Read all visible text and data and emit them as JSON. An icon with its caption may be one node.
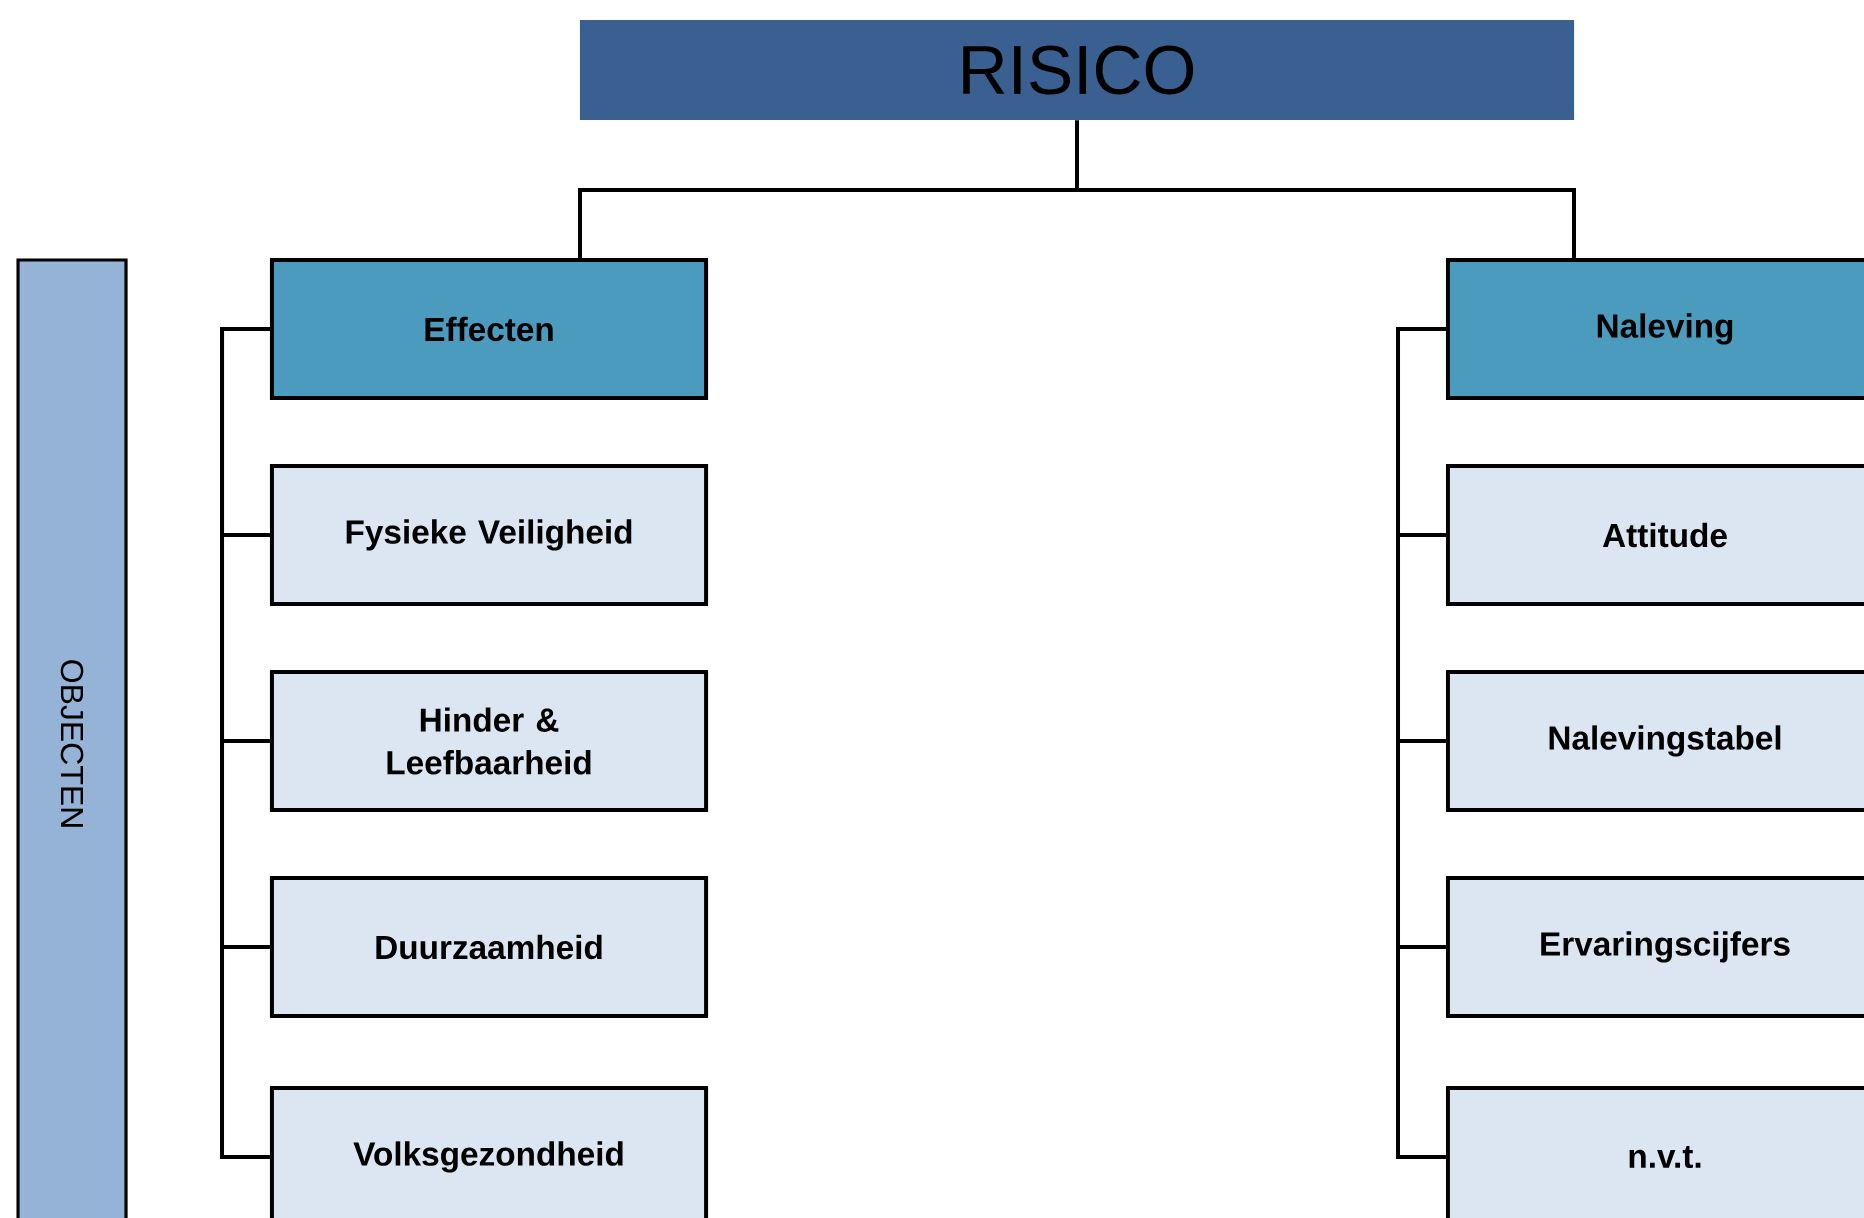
{
  "diagram": {
    "nodes": [
      {
        "text": [
          "RISICO"
        ]
      },
      {
        "text": [
          "OBJECTEN"
        ]
      },
      {
        "text": [
          "Effecten"
        ]
      },
      {
        "text": [
          "Fysieke Veiligheid"
        ]
      },
      {
        "text": [
          "Hinder & Leefbaarheid"
        ]
      },
      {
        "text": [
          "Duurzaamheid"
        ]
      },
      {
        "text": [
          "Volksgezondheid"
        ]
      },
      {
        "text": [
          "Naleving"
        ]
      },
      {
        "text": [
          "Attitude"
        ]
      },
      {
        "text": [
          "Nalevingstabel"
        ]
      },
      {
        "text": [
          "Ervaringscijfers"
        ]
      },
      {
        "text": [
          "n.v.t."
        ]
      }
    ],
    "edges": [
      {
        "from": 0,
        "to": 2,
        "arrow": "none"
      },
      {
        "from": 0,
        "to": 7,
        "arrow": "none"
      },
      {
        "from": 2,
        "to": 3,
        "arrow": "none"
      },
      {
        "from": 2,
        "to": 4,
        "arrow": "none"
      },
      {
        "from": 2,
        "to": 5,
        "arrow": "none"
      },
      {
        "from": 2,
        "to": 6,
        "arrow": "none"
      },
      {
        "from": 7,
        "to": 8,
        "arrow": "none"
      },
      {
        "from": 7,
        "to": 9,
        "arrow": "none"
      },
      {
        "from": 7,
        "to": 10,
        "arrow": "none"
      },
      {
        "from": 7,
        "to": 11,
        "arrow": "none"
      }
    ]
  }
}
